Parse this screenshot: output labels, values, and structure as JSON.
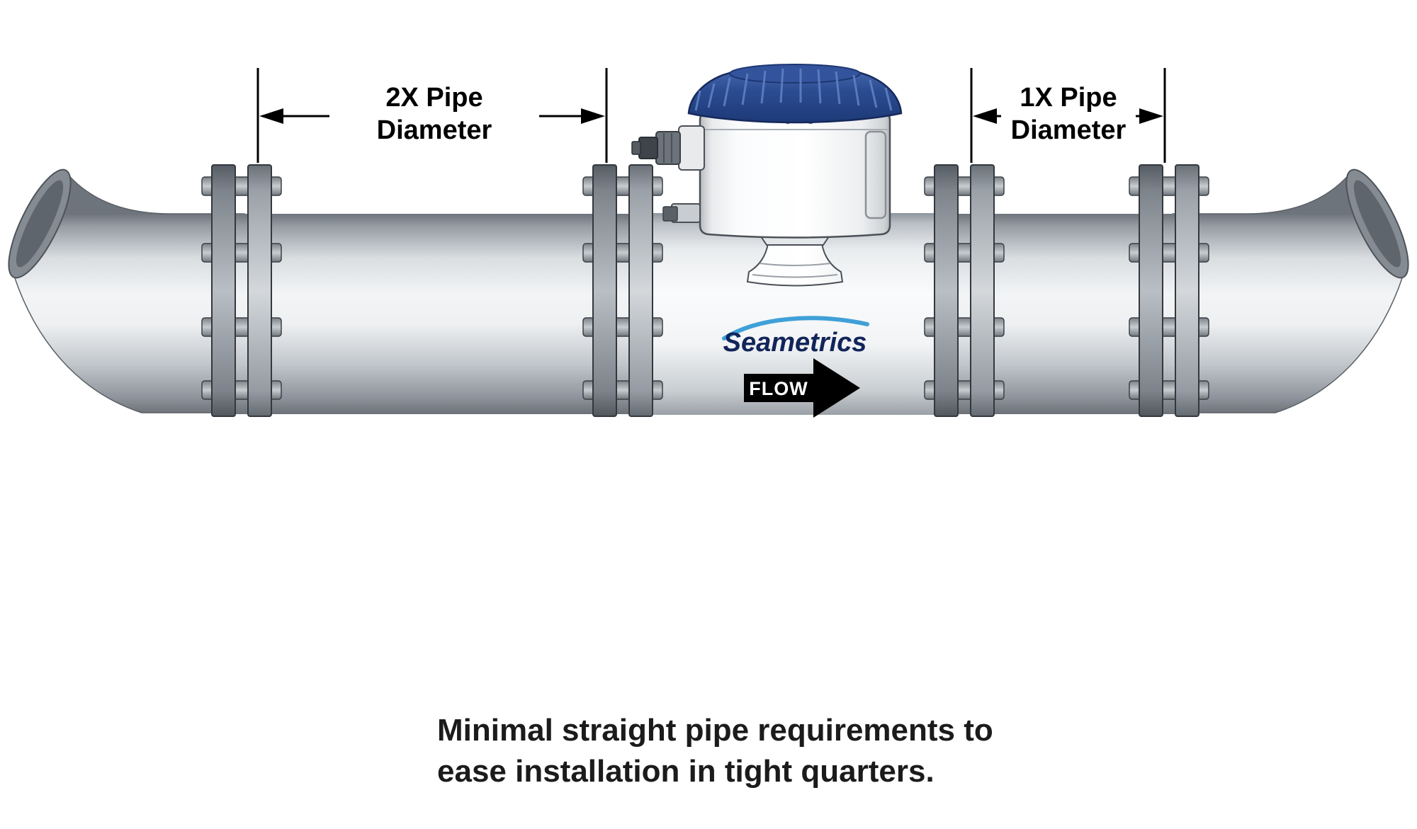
{
  "annotations": {
    "left_dimension": {
      "line1": "2X Pipe",
      "line2": "Diameter"
    },
    "right_dimension": {
      "line1": "1X Pipe",
      "line2": "Diameter"
    }
  },
  "meter": {
    "brand": "Seametrics",
    "flow_label": "FLOW"
  },
  "caption": {
    "line1": "Minimal straight pipe requirements to",
    "line2": "ease installation in tight quarters."
  },
  "colors": {
    "brand_navy": "#12255a",
    "swoosh_blue": "#3fa0d8",
    "cap_blue": "#2c4c92",
    "arrow_black": "#000000"
  }
}
